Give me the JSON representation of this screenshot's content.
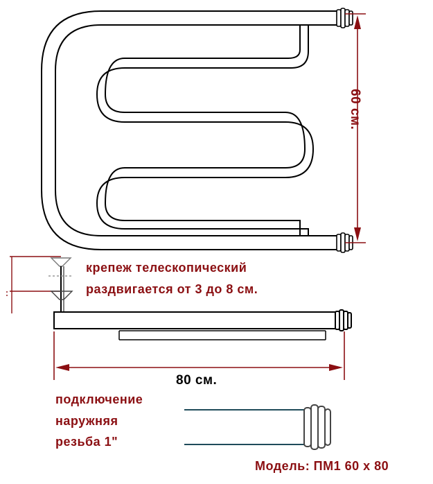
{
  "colors": {
    "pipe_stroke": "#000000",
    "dimension": "#8b0f12",
    "text_red": "#8b0f12",
    "text_black": "#000000"
  },
  "labels": {
    "height": "60 см.",
    "mount_line1": "крепеж телескопический",
    "mount_line2": "раздвигается от 3 до 8 см.",
    "width": "80 см.",
    "connection_line1": "подключение",
    "connection_line2": "наружняя",
    "connection_line3": "резьба 1\"",
    "model": "Модель: ПМ1 60 х 80"
  }
}
